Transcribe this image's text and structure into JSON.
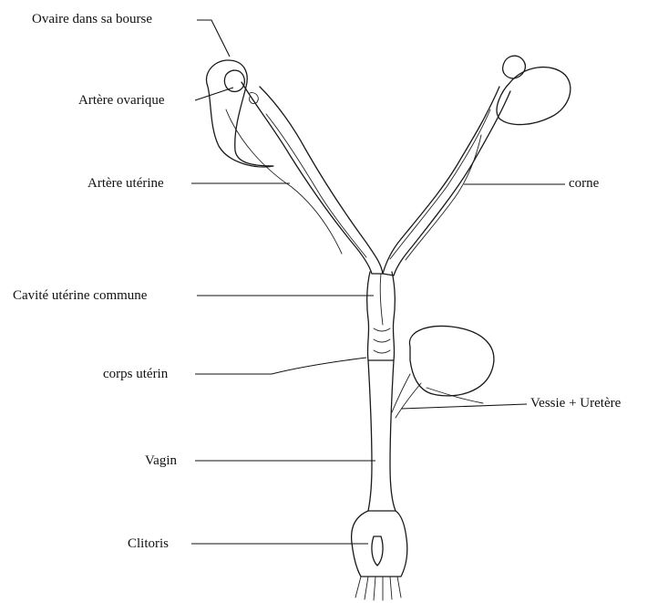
{
  "labels": {
    "ovaire": "Ovaire dans sa bourse",
    "artere_ovarique": "Artère ovarique",
    "artere_uterine": "Artère utérine",
    "corne": "corne",
    "cavite": "Cavité utérine commune",
    "corps": "corps utérin",
    "vessie": "Vessie + Uretère",
    "vagin": "Vagin",
    "clitoris": "Clitoris"
  }
}
